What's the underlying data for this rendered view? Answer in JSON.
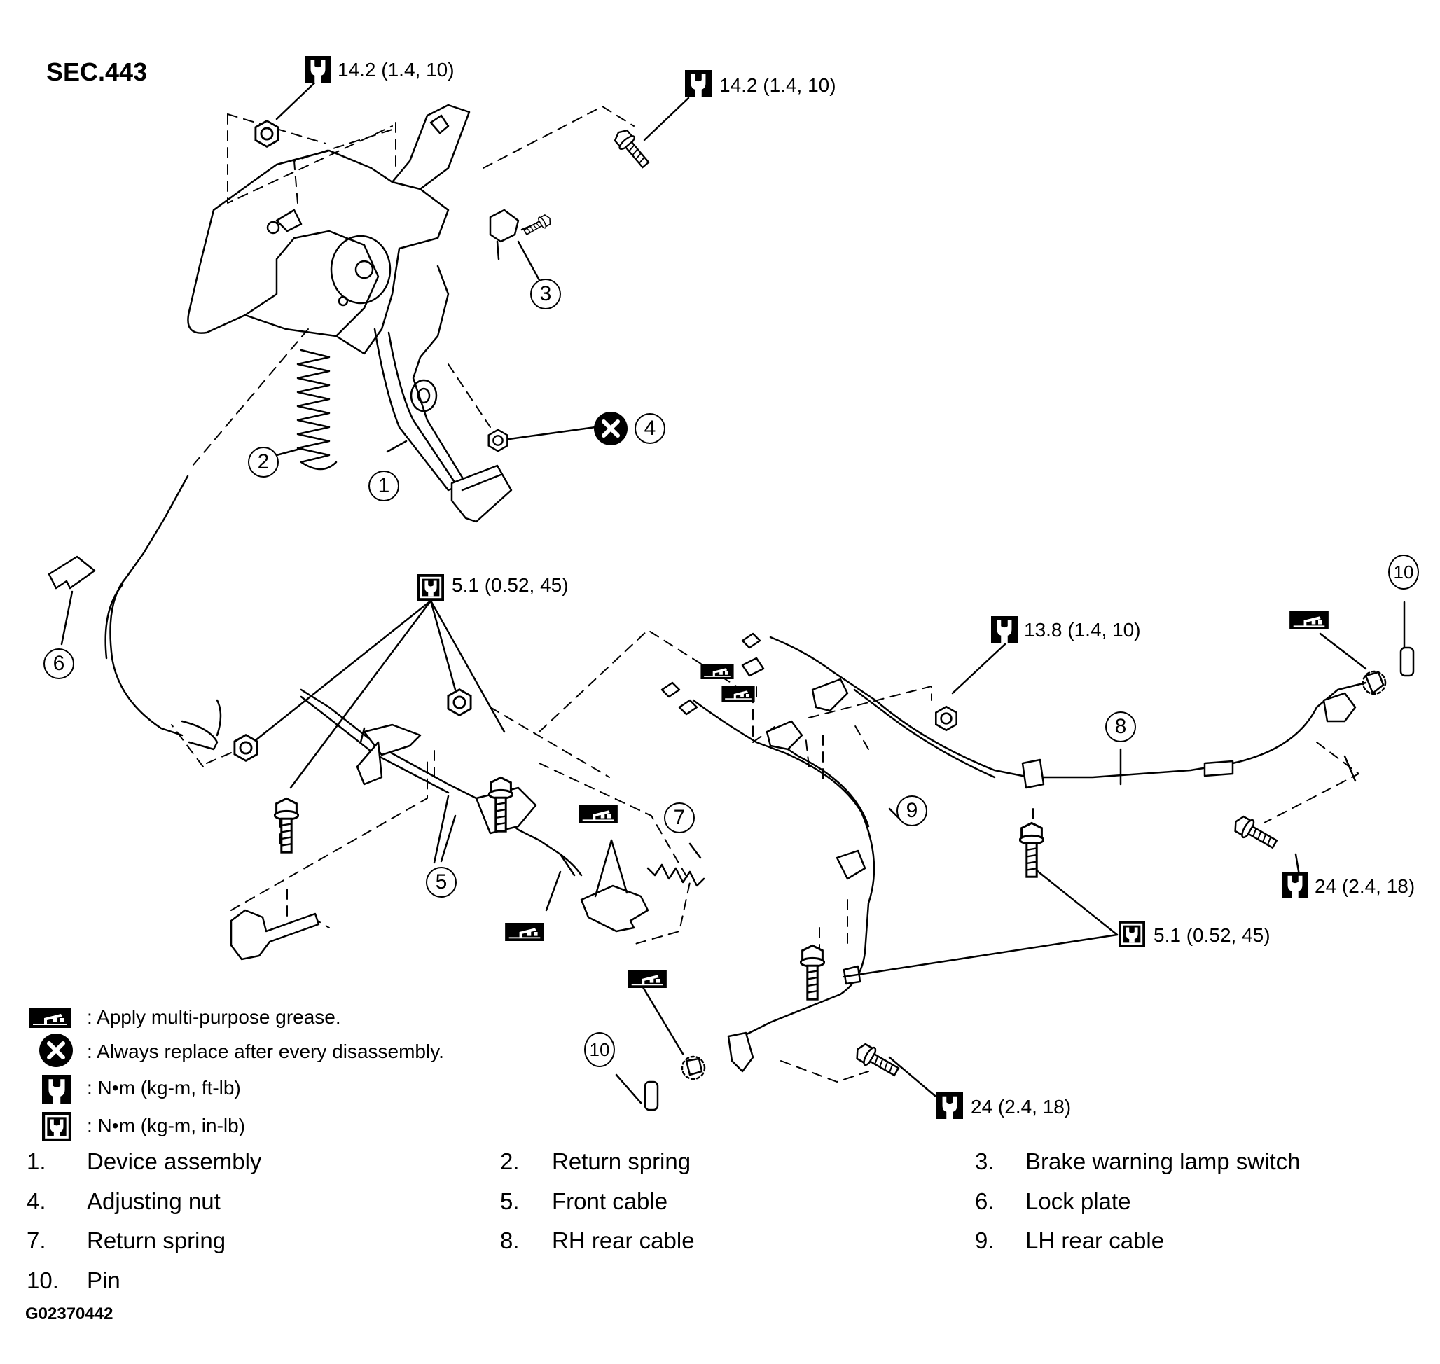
{
  "section": "SEC.443",
  "torque_labels": [
    "14.2 (1.4, 10)",
    "14.2 (1.4, 10)",
    "5.1 (0.52, 45)",
    "13.8 (1.4, 10)",
    "24 (2.4, 18)",
    "5.1 (0.52, 45)",
    "24 (2.4, 18)"
  ],
  "callouts": [
    "1",
    "2",
    "3",
    "4",
    "5",
    "6",
    "7",
    "8",
    "9",
    "10",
    "10"
  ],
  "legend": [
    {
      "icon": "grease-icon",
      "text": ": Apply multi-purpose grease."
    },
    {
      "icon": "replace-icon",
      "text": ": Always replace after every disassembly."
    },
    {
      "icon": "torque-ft-lb-icon",
      "text": ":  N•m  (kg-m,  ft-lb)"
    },
    {
      "icon": "torque-in-lb-icon",
      "text": ":  N•m  (kg-m,  in-lb)"
    }
  ],
  "parts": [
    {
      "num": "1.",
      "name": "Device assembly"
    },
    {
      "num": "2.",
      "name": "Return spring"
    },
    {
      "num": "3.",
      "name": "Brake warning lamp switch"
    },
    {
      "num": "4.",
      "name": "Adjusting nut"
    },
    {
      "num": "5.",
      "name": "Front cable"
    },
    {
      "num": "6.",
      "name": "Lock plate"
    },
    {
      "num": "7.",
      "name": "Return spring"
    },
    {
      "num": "8.",
      "name": "RH rear cable"
    },
    {
      "num": "9.",
      "name": "LH rear cable"
    },
    {
      "num": "10.",
      "name": "Pin"
    }
  ],
  "figure_code": "G02370442"
}
